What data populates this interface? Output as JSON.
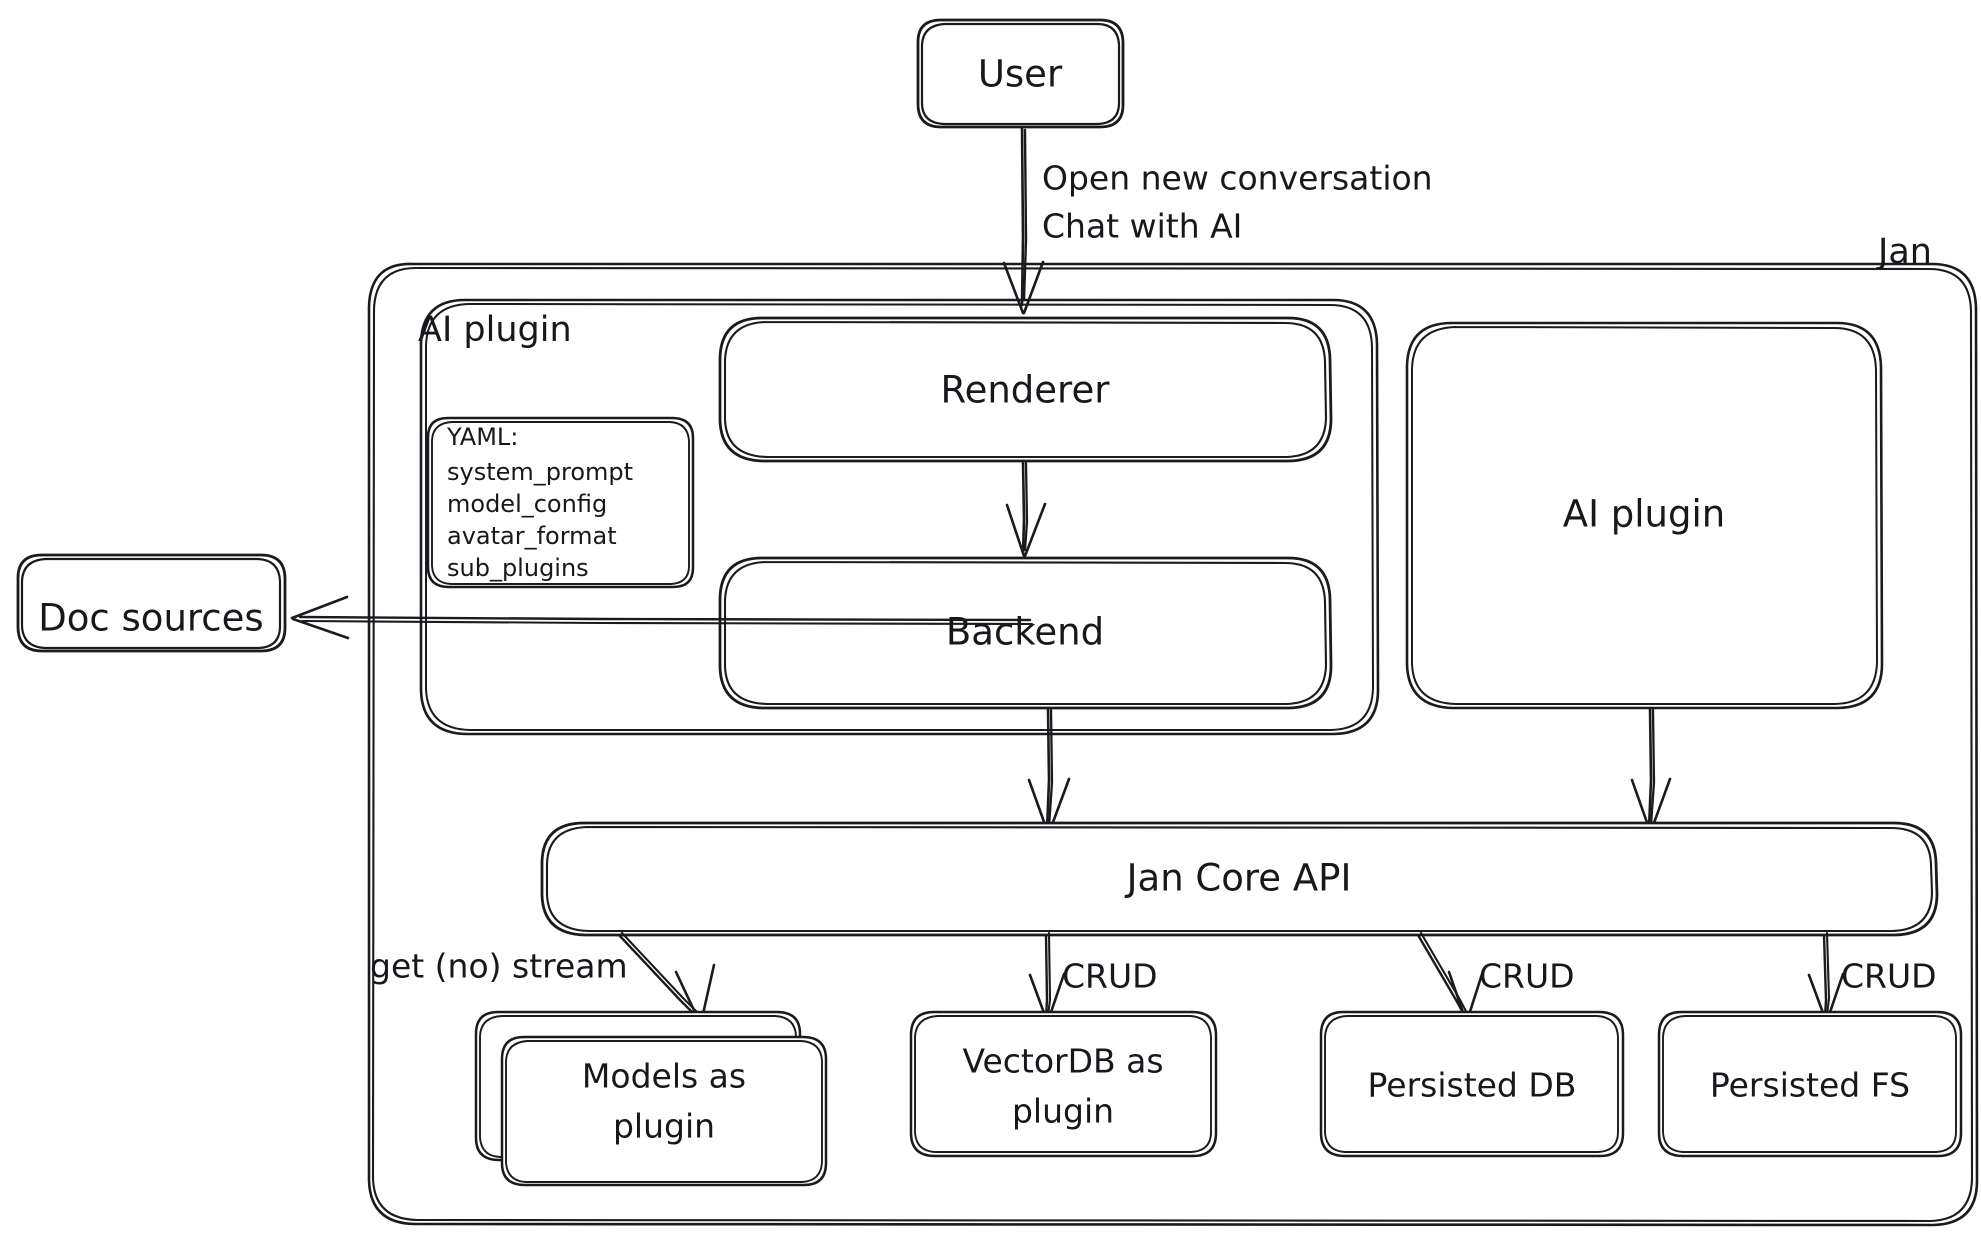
{
  "diagram": {
    "title": "Jan architecture diagram",
    "style": "hand-drawn",
    "stroke_color": "#1b1b1f",
    "background_color": "#ffffff",
    "text_color": "#17171c"
  },
  "groups": [
    {
      "id": "jan",
      "label": "Jan"
    },
    {
      "id": "ai-plugin-group",
      "label": "AI plugin"
    }
  ],
  "nodes": [
    {
      "id": "user",
      "label": "User"
    },
    {
      "id": "renderer",
      "label": "Renderer"
    },
    {
      "id": "backend",
      "label": "Backend"
    },
    {
      "id": "ai-plugin",
      "label": "AI plugin"
    },
    {
      "id": "jan-core-api",
      "label": "Jan Core API"
    },
    {
      "id": "doc-sources",
      "label": "Doc sources"
    },
    {
      "id": "models-as-plugin",
      "label_line1": "Models as",
      "label_line2": "plugin"
    },
    {
      "id": "vectordb-as-plugin",
      "label_line1": "VectorDB as",
      "label_line2": "plugin"
    },
    {
      "id": "persisted-db",
      "label": "Persisted DB"
    },
    {
      "id": "persisted-fs",
      "label": "Persisted FS"
    }
  ],
  "yaml_note": {
    "header": "YAML:",
    "lines": [
      "system_prompt",
      "model_config",
      "avatar_format",
      "sub_plugins"
    ]
  },
  "edges": [
    {
      "id": "user-to-renderer",
      "from": "user",
      "to": "renderer",
      "label_line1": "Open new conversation",
      "label_line2": "Chat with AI"
    },
    {
      "id": "renderer-to-backend",
      "from": "renderer",
      "to": "backend",
      "label": ""
    },
    {
      "id": "backend-to-doc-sources",
      "from": "backend",
      "to": "doc-sources",
      "label": ""
    },
    {
      "id": "backend-to-core",
      "from": "backend",
      "to": "jan-core-api",
      "label": ""
    },
    {
      "id": "ai-plugin-to-core",
      "from": "ai-plugin",
      "to": "jan-core-api",
      "label": ""
    },
    {
      "id": "core-to-models",
      "from": "jan-core-api",
      "to": "models-as-plugin",
      "label": "get (no) stream"
    },
    {
      "id": "core-to-vectordb",
      "from": "jan-core-api",
      "to": "vectordb-as-plugin",
      "label": "CRUD"
    },
    {
      "id": "core-to-persisted-db",
      "from": "jan-core-api",
      "to": "persisted-db",
      "label": "CRUD"
    },
    {
      "id": "core-to-persisted-fs",
      "from": "jan-core-api",
      "to": "persisted-fs",
      "label": "CRUD"
    }
  ]
}
